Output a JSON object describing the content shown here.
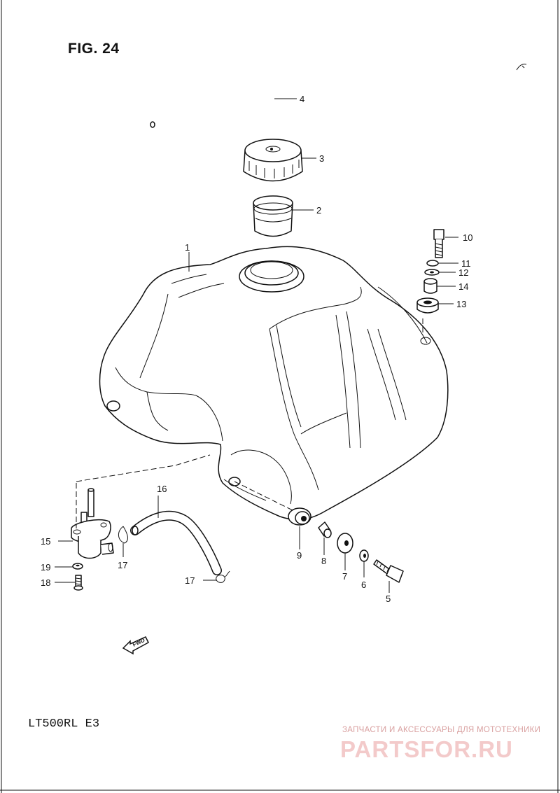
{
  "figure": {
    "title": "FIG. 24",
    "model_code": "LT500RL  E3"
  },
  "callouts": {
    "c1": "1",
    "c2": "2",
    "c3": "3",
    "c4": "4",
    "c5": "5",
    "c6": "6",
    "c7": "7",
    "c8": "8",
    "c9": "9",
    "c10": "10",
    "c11": "11",
    "c12": "12",
    "c13": "13",
    "c14": "14",
    "c15": "15",
    "c16": "16",
    "c17a": "17",
    "c17b": "17",
    "c18": "18",
    "c19": "19"
  },
  "fwd_marker": "FWD",
  "watermark": {
    "tagline": "ЗАПЧАСТИ И АКСЕССУАРЫ ДЛЯ МОТОТЕХНИКИ",
    "logo": "PARTSFOR.RU"
  }
}
